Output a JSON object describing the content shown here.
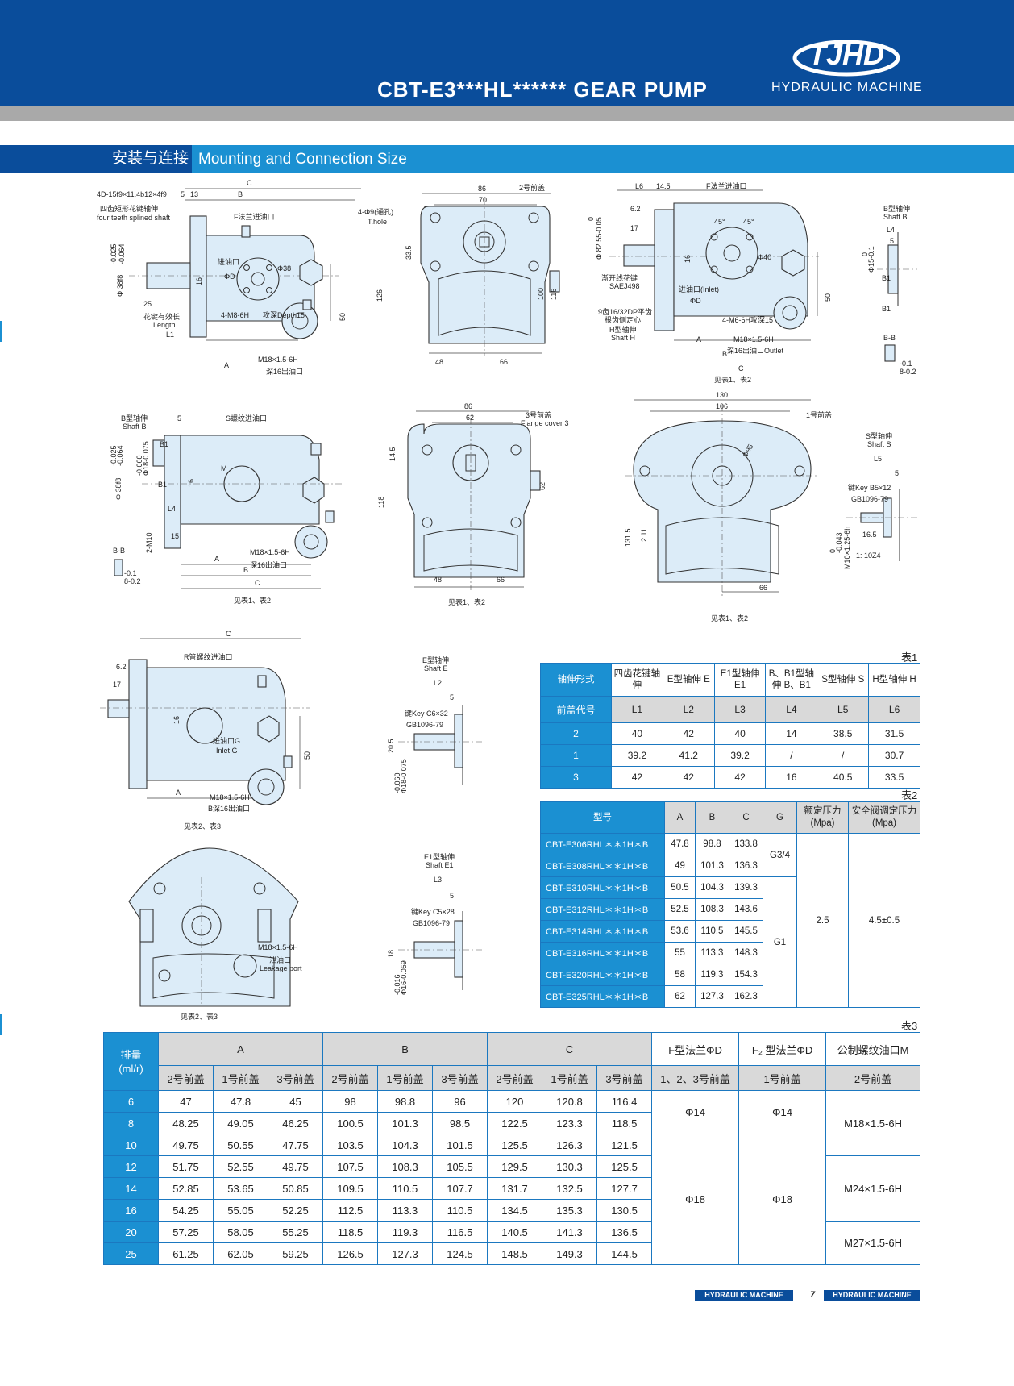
{
  "header": {
    "title": "CBT-E3***HL****** GEAR PUMP",
    "brand_logo_text": "TJHD",
    "brand_sub": "HYDRAULIC MACHINE"
  },
  "section": {
    "title_cn": "安装与连接",
    "title_en": "Mounting and Connection Size"
  },
  "drawings": {
    "d1": {
      "labels": [
        "C",
        "B",
        "4D-15f9×11.4b12×4f9",
        "5",
        "13",
        "F法兰进油口",
        "四齿矩形花键轴伸",
        "four teeth splined shaft",
        "Φ 38f8",
        "-0.025",
        "-0.064",
        "25",
        "花键有效长",
        "Length",
        "L1",
        "16",
        "进油口",
        "ΦD",
        "Φ38",
        "4-M8-6H",
        "攻深Depth15",
        "50",
        "A",
        "M18×1.5-6H",
        "深16出油口"
      ]
    },
    "d2": {
      "labels": [
        "86",
        "70",
        "4-Φ9(通孔)",
        "T.hole",
        "2号前盖",
        "33.5",
        "126",
        "100",
        "116",
        "48",
        "66"
      ]
    },
    "d3": {
      "labels": [
        "L6",
        "14.5",
        "F法兰进油口",
        "6.2",
        "17",
        "0",
        "Φ 82.55-0.05",
        "45°",
        "45°",
        "16",
        "Φ40",
        "渐开线花键",
        "SAEJ498",
        "进油口(Inlet)",
        "ΦD",
        "9齿16/32DP平齿",
        "根齿侧定心",
        "H型轴伸",
        "Shaft H",
        "4-M6-6H攻深15",
        "50",
        "A",
        "M18×1.5-6H",
        "B",
        "深16出油口Outlet",
        "C",
        "见表1、表2"
      ]
    },
    "d4": {
      "labels": [
        "B型轴伸",
        "Shaft B",
        "L4",
        "5",
        "0",
        "Φ15-0.1",
        "B1",
        "B1",
        "B-B",
        "-0.1",
        "8-0.2"
      ]
    },
    "d5": {
      "labels": [
        "B型轴伸",
        "Shaft B",
        "5",
        "S螺纹进油口",
        "B1",
        "-0.025",
        "-0.064",
        "Φ 38f8",
        "-0.060",
        "Φ18-0.075",
        "B1",
        "M",
        "16",
        "L4",
        "2-M10",
        "15",
        "B-B",
        "-0.1",
        "8-0.2",
        "A",
        "M18×1.5-6H",
        "深16出油口",
        "B",
        "C",
        "见表1、表2"
      ]
    },
    "d6": {
      "labels": [
        "86",
        "62",
        "3号前盖",
        "Flange cover 3",
        "14.5",
        "118",
        "62",
        "48",
        "66",
        "见表1、表2"
      ]
    },
    "d7": {
      "labels": [
        "130",
        "106",
        "1号前盖",
        "Φ95",
        "131.5",
        "2.11",
        "66",
        "见表1、表2"
      ]
    },
    "d8": {
      "labels": [
        "S型轴伸",
        "Shaft S",
        "L5",
        "5",
        "键Key B5×12",
        "GB1096-79",
        "0",
        "-0.043",
        "M10×1.25-6h",
        "16.5",
        "1: 10Z4"
      ]
    },
    "d9": {
      "labels": [
        "C",
        "R管螺纹进油口",
        "6.2",
        "17",
        "16",
        "进油口G",
        "Inlet G",
        "50",
        "A",
        "M18×1.5-6H",
        "B深16出油口",
        "见表2、表3"
      ]
    },
    "d10": {
      "labels": [
        "E型轴伸",
        "Shaft E",
        "L2",
        "5",
        "键Key C6×32",
        "GB1096-79",
        "20.5",
        "-0.060",
        "Φ18-0.075"
      ]
    },
    "d11": {
      "labels": [
        "M18×1.5-6H",
        "泄油口",
        "Leakage port",
        "见表2、表3"
      ]
    },
    "d12": {
      "labels": [
        "E1型轴伸",
        "Shaft E1",
        "L3",
        "5",
        "键Key C5×28",
        "GB1096-79",
        "18",
        "-0.016",
        "Φ16-0.059"
      ]
    }
  },
  "table1": {
    "label": "表1",
    "row_header_1": "轴伸形式",
    "row_header_2": "前盖代号",
    "columns": [
      {
        "name": "四齿花键轴伸",
        "code": "L1"
      },
      {
        "name": "E型轴伸 E",
        "code": "L2"
      },
      {
        "name": "E1型轴伸 E1",
        "code": "L3"
      },
      {
        "name": "B、B1型轴伸 B、B1",
        "code": "L4"
      },
      {
        "name": "S型轴伸 S",
        "code": "L5"
      },
      {
        "name": "H型轴伸 H",
        "code": "L6"
      }
    ],
    "rows": [
      {
        "cover": "2",
        "values": [
          "40",
          "42",
          "40",
          "14",
          "38.5",
          "31.5"
        ]
      },
      {
        "cover": "1",
        "values": [
          "39.2",
          "41.2",
          "39.2",
          "/",
          "/",
          "30.7"
        ]
      },
      {
        "cover": "3",
        "values": [
          "42",
          "42",
          "42",
          "16",
          "40.5",
          "33.5"
        ]
      }
    ]
  },
  "table2": {
    "label": "表2",
    "headers": [
      "型号",
      "A",
      "B",
      "C",
      "G",
      "额定压力(Mpa)",
      "安全阀调定压力(Mpa)"
    ],
    "rows": [
      {
        "model": "CBT-E306RHL＊＊1H＊B",
        "A": "47.8",
        "B": "98.8",
        "C": "133.8"
      },
      {
        "model": "CBT-E308RHL＊＊1H＊B",
        "A": "49",
        "B": "101.3",
        "C": "136.3"
      },
      {
        "model": "CBT-E310RHL＊＊1H＊B",
        "A": "50.5",
        "B": "104.3",
        "C": "139.3"
      },
      {
        "model": "CBT-E312RHL＊＊1H＊B",
        "A": "52.5",
        "B": "108.3",
        "C": "143.6"
      },
      {
        "model": "CBT-E314RHL＊＊1H＊B",
        "A": "53.6",
        "B": "110.5",
        "C": "145.5"
      },
      {
        "model": "CBT-E316RHL＊＊1H＊B",
        "A": "55",
        "B": "113.3",
        "C": "148.3"
      },
      {
        "model": "CBT-E320RHL＊＊1H＊B",
        "A": "58",
        "B": "119.3",
        "C": "154.3"
      },
      {
        "model": "CBT-E325RHL＊＊1H＊B",
        "A": "62",
        "B": "127.3",
        "C": "162.3"
      }
    ],
    "g_values": [
      "G3/4",
      "G1"
    ],
    "rated_pressure": "2.5",
    "relief_pressure": "4.5±0.5"
  },
  "table3": {
    "label": "表3",
    "displacement_header": "排量\n(ml/r)",
    "group_headers": [
      "A",
      "B",
      "C",
      "F型法兰ΦD",
      "F₂ 型法兰ΦD",
      "公制螺纹油口M"
    ],
    "sub_headers": [
      "2号前盖",
      "1号前盖",
      "3号前盖",
      "2号前盖",
      "1号前盖",
      "3号前盖",
      "2号前盖",
      "1号前盖",
      "3号前盖",
      "1、2、3号前盖",
      "1号前盖",
      "2号前盖"
    ],
    "rows": [
      {
        "disp": "6",
        "values": [
          "47",
          "47.8",
          "45",
          "98",
          "98.8",
          "96",
          "120",
          "120.8",
          "116.4"
        ]
      },
      {
        "disp": "8",
        "values": [
          "48.25",
          "49.05",
          "46.25",
          "100.5",
          "101.3",
          "98.5",
          "122.5",
          "123.3",
          "118.5"
        ]
      },
      {
        "disp": "10",
        "values": [
          "49.75",
          "50.55",
          "47.75",
          "103.5",
          "104.3",
          "101.5",
          "125.5",
          "126.3",
          "121.5"
        ]
      },
      {
        "disp": "12",
        "values": [
          "51.75",
          "52.55",
          "49.75",
          "107.5",
          "108.3",
          "105.5",
          "129.5",
          "130.3",
          "125.5"
        ]
      },
      {
        "disp": "14",
        "values": [
          "52.85",
          "53.65",
          "50.85",
          "109.5",
          "110.5",
          "107.7",
          "131.7",
          "132.5",
          "127.7"
        ]
      },
      {
        "disp": "16",
        "values": [
          "54.25",
          "55.05",
          "52.25",
          "112.5",
          "113.3",
          "110.5",
          "134.5",
          "135.3",
          "130.5"
        ]
      },
      {
        "disp": "20",
        "values": [
          "57.25",
          "58.05",
          "55.25",
          "118.5",
          "119.3",
          "116.5",
          "140.5",
          "141.3",
          "136.5"
        ]
      },
      {
        "disp": "25",
        "values": [
          "61.25",
          "62.05",
          "59.25",
          "126.5",
          "127.3",
          "124.5",
          "148.5",
          "149.3",
          "144.5"
        ]
      }
    ],
    "flange_f": [
      "Φ14",
      "Φ18"
    ],
    "flange_f2": [
      "Φ14",
      "Φ18"
    ],
    "metric_port": [
      "M18×1.5-6H",
      "M24×1.5-6H",
      "M27×1.5-6H"
    ]
  },
  "footer": {
    "left": "HYDRAULIC MACHINE",
    "page": "7",
    "right": "HYDRAULIC MACHINE"
  },
  "colors": {
    "navy": "#0a4d9b",
    "blue": "#1b90d2",
    "grey": "#a9a9a9",
    "part_fill": "#dcecf8"
  }
}
